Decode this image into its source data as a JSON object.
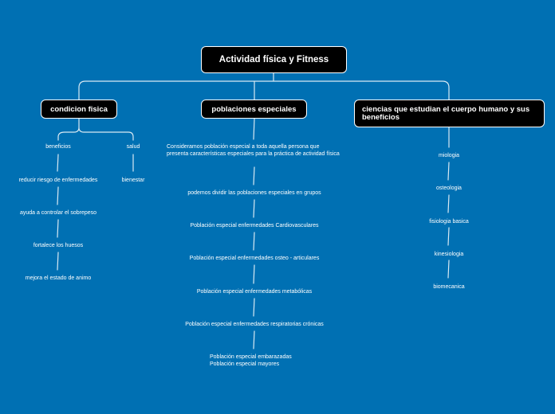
{
  "root": "Actividad física y Fitness",
  "branches": {
    "condicion": {
      "title": "condicion fisica",
      "beneficios": {
        "label": "beneficios",
        "items": [
          "reducir riesgo de enfermedades",
          "ayuda a controlar el sobrepeso",
          "fortalece los huesos",
          "mejora el estado de animo"
        ]
      },
      "salud": {
        "label": "salud",
        "items": [
          "bienestar"
        ]
      }
    },
    "poblaciones": {
      "title": "poblaciones especiales",
      "items": [
        "Consideramos población especial a toda aquella persona que presenta características especiales para la práctica de actividad física",
        "podemos dividir las poblaciones especiales en grupos",
        "Población especial enfermedades Cardiovasculares",
        "Población especial enfermedades osteo - articulares",
        "Población especial enfermedades metabólicas",
        "Población especial enfermedades respiratorias crónicas"
      ],
      "last_lines": [
        "Población especial embarazadas",
        "Población especial mayores"
      ]
    },
    "ciencias": {
      "title": "ciencias que estudian el cuerpo humano y sus beneficios",
      "items": [
        "miologia",
        "osteologia",
        "fisiologia basica",
        "kinesiologia",
        "biomecanica"
      ]
    }
  },
  "colors": {
    "background": "#0070b3",
    "node_fill": "#000000",
    "connector": "#ffffff"
  }
}
